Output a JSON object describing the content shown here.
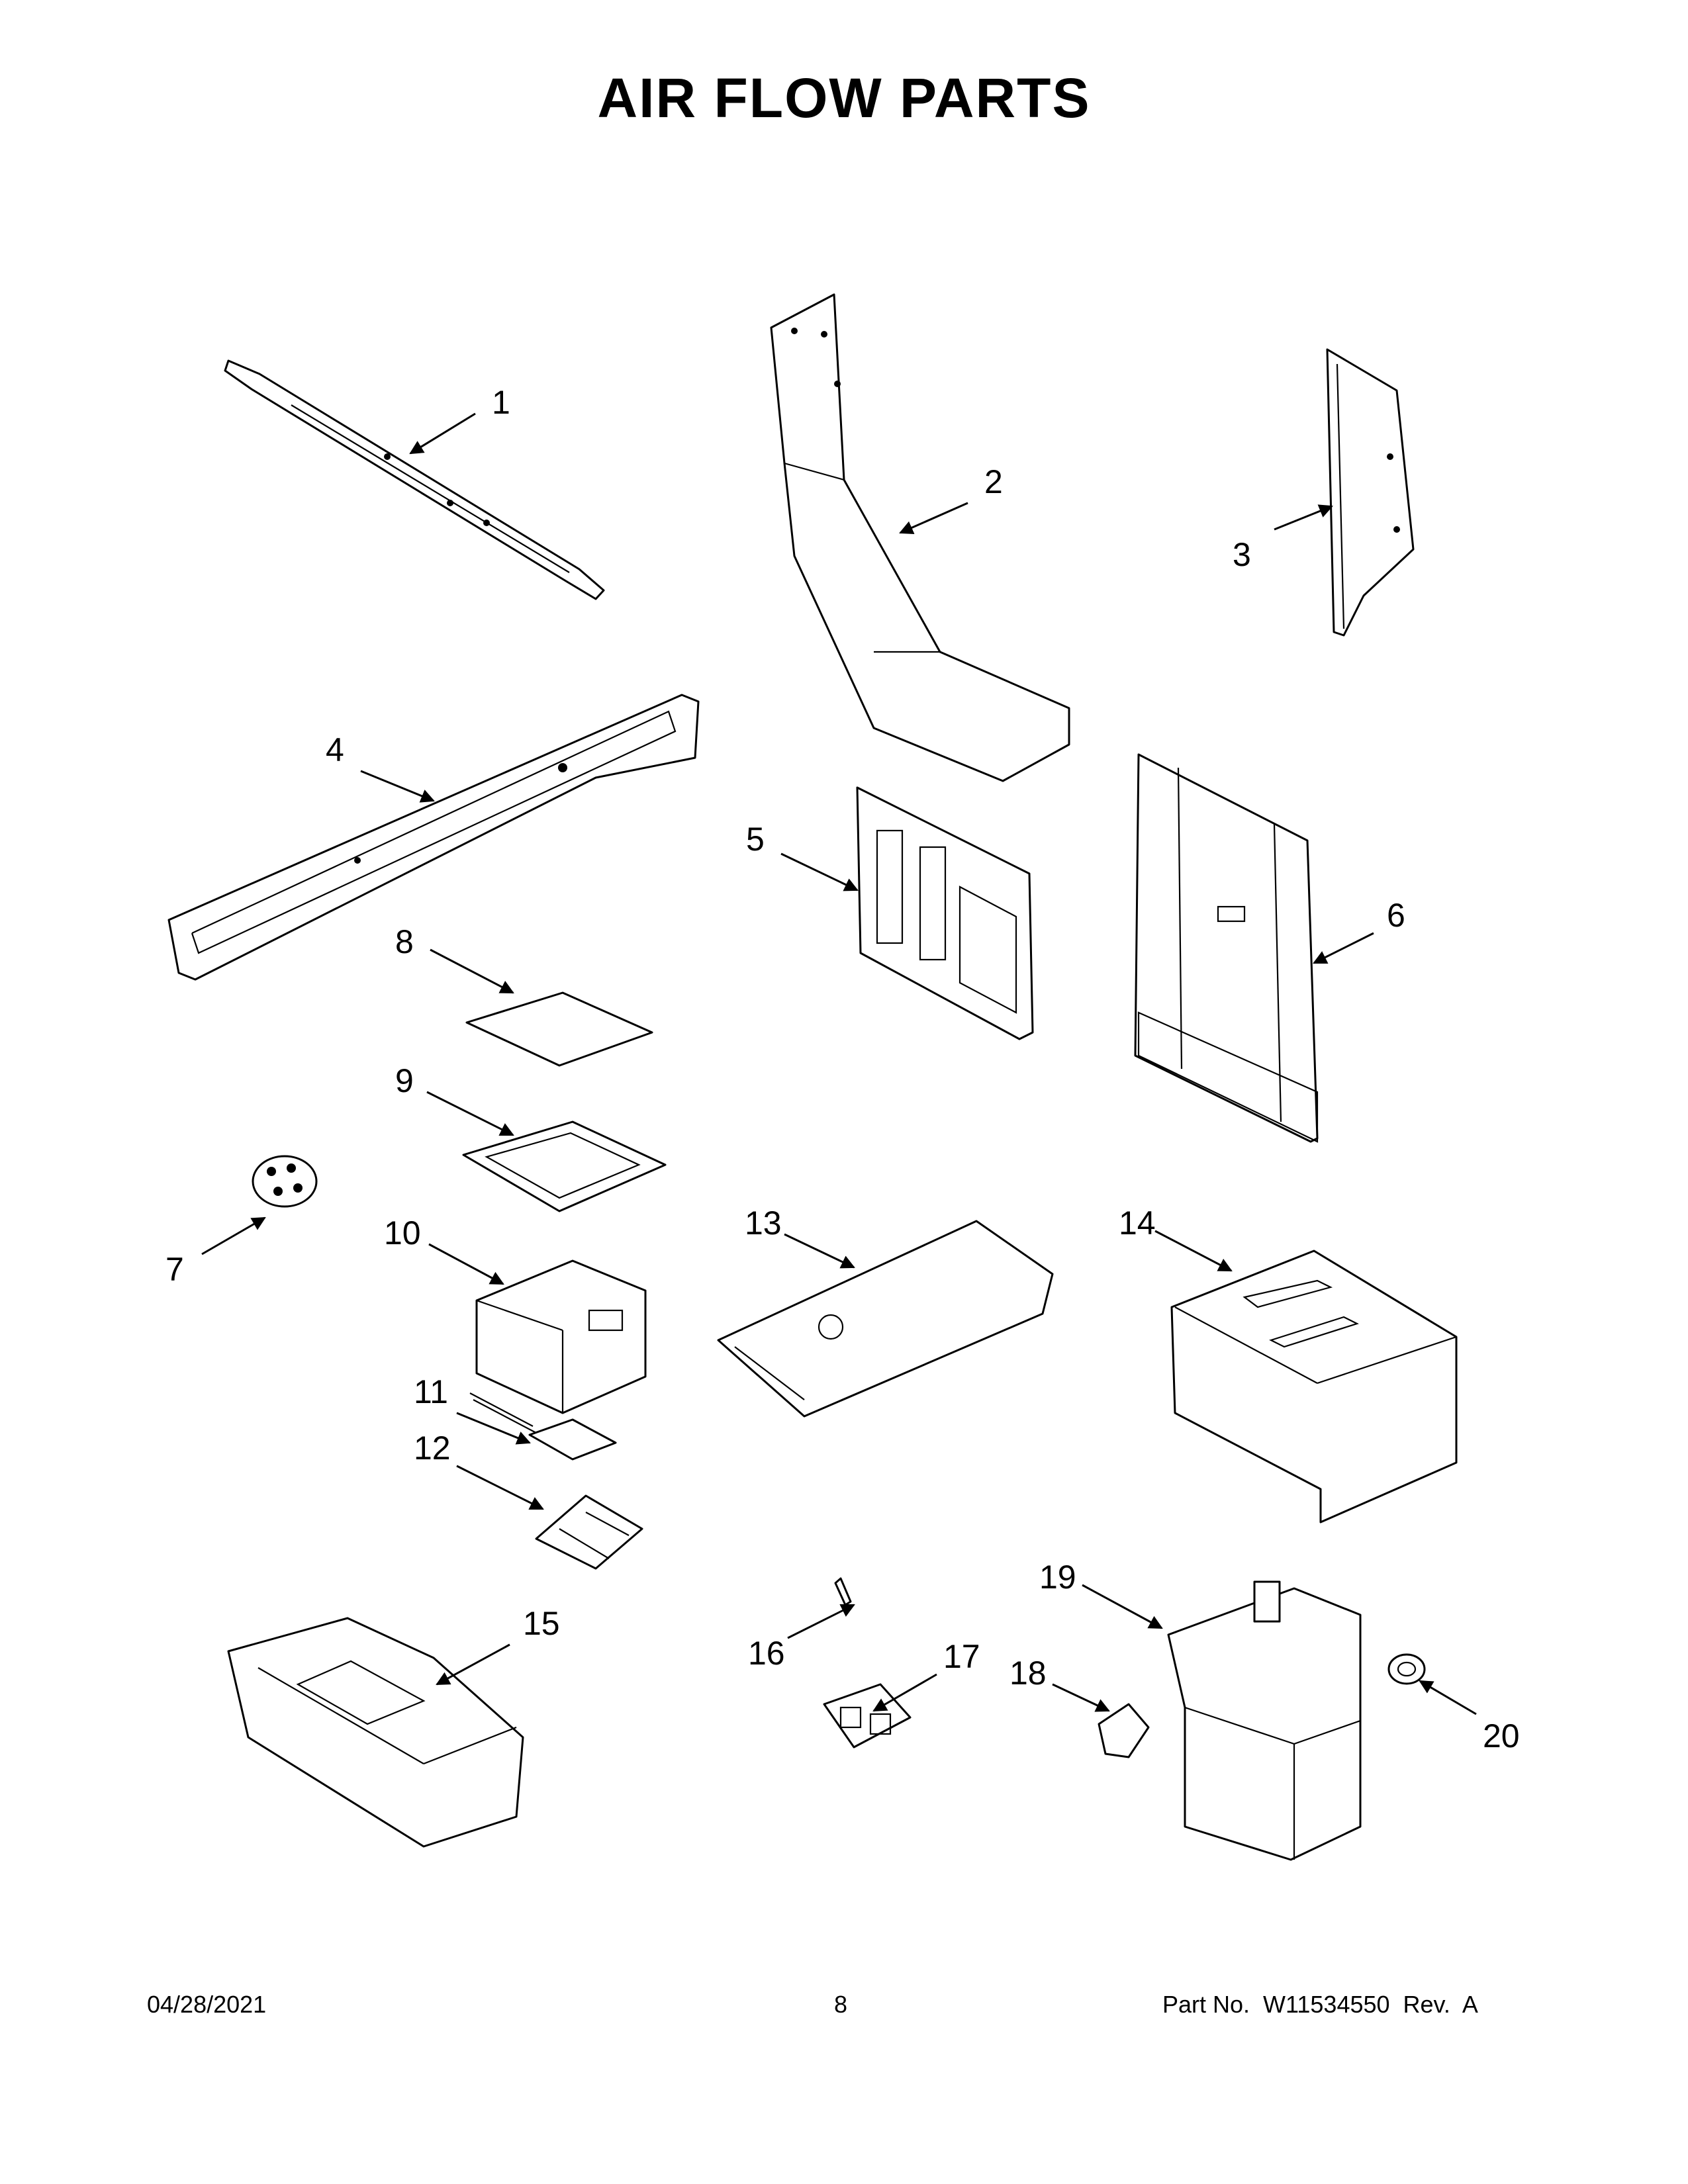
{
  "title": "AIR FLOW PARTS",
  "callouts": [
    "1",
    "2",
    "3",
    "4",
    "5",
    "6",
    "7",
    "8",
    "9",
    "10",
    "11",
    "12",
    "13",
    "14",
    "15",
    "16",
    "17",
    "18",
    "19",
    "20"
  ],
  "footer": {
    "date": "04/28/2021",
    "page": "8",
    "part_number": "Part No.  W11534550  Rev.  A"
  }
}
